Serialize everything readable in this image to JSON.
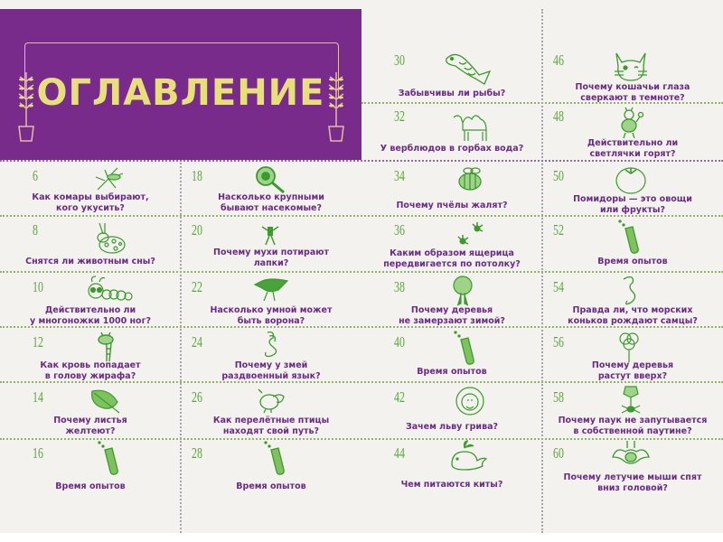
{
  "header": {
    "title": "ОГЛАВЛЕНИЕ"
  },
  "colors": {
    "banner": "#782b8a",
    "title": "#e6df7a",
    "question": "#6b2a86",
    "number": "#5aa53c",
    "icon": "#3d9a2d"
  },
  "columns": [
    {
      "items": [
        {
          "page": "6",
          "question": "Как комары выбирают,\nкого укусить?",
          "icon": "mosquito-icon"
        },
        {
          "page": "8",
          "question": "Снятся ли животным сны?",
          "icon": "sleeping-animal-icon"
        },
        {
          "page": "10",
          "question": "Действительно ли\nу многоножки 1000 ног?",
          "icon": "caterpillar-icon"
        },
        {
          "page": "12",
          "question": "Как кровь попадает\nв голову жирафа?",
          "icon": "giraffe-icon"
        },
        {
          "page": "14",
          "question": "Почему листья\nжелтеют?",
          "icon": "leaf-icon"
        },
        {
          "page": "16",
          "question": "Время опытов",
          "icon": "test-tube-icon"
        }
      ]
    },
    {
      "items": [
        {
          "page": "18",
          "question": "Насколько крупными\nбывают насекомые?",
          "icon": "magnifier-icon"
        },
        {
          "page": "20",
          "question": "Почему мухи потирают\nлапки?",
          "icon": "fly-icon"
        },
        {
          "page": "22",
          "question": "Насколько умной может\nбыть ворона?",
          "icon": "crow-icon"
        },
        {
          "page": "24",
          "question": "Почему у змей\nраздвоенный язык?",
          "icon": "snake-icon"
        },
        {
          "page": "26",
          "question": "Как перелётные птицы\nнаходят свой путь?",
          "icon": "bird-icon"
        },
        {
          "page": "28",
          "question": "Время опытов",
          "icon": "test-tube-icon"
        }
      ]
    },
    {
      "items": [
        {
          "page": "30",
          "question": "Забывчивы ли рыбы?",
          "icon": "fish-icon"
        },
        {
          "page": "32",
          "question": "У верблюдов в горбах вода?",
          "icon": "camel-icon"
        },
        {
          "page": "34",
          "question": "Почему пчёлы жалят?",
          "icon": "bee-icon"
        },
        {
          "page": "36",
          "question": "Каким образом ящерица\nпередвигается по потолку?",
          "icon": "lizard-feet-icon"
        },
        {
          "page": "38",
          "question": "Почему деревья\nне замерзают зимой?",
          "icon": "tree-icon"
        },
        {
          "page": "40",
          "question": "Время опытов",
          "icon": "test-tube-icon"
        },
        {
          "page": "42",
          "question": "Зачем льву грива?",
          "icon": "lion-icon"
        },
        {
          "page": "44",
          "question": "Чем питаются киты?",
          "icon": "whale-icon"
        }
      ]
    },
    {
      "items": [
        {
          "page": "46",
          "question": "Почему кошачьи глаза\nсверкают в темноте?",
          "icon": "cat-icon"
        },
        {
          "page": "48",
          "question": "Действительно ли\nсветлячки горят?",
          "icon": "firefly-icon"
        },
        {
          "page": "50",
          "question": "Помидоры — это овощи\nили фрукты?",
          "icon": "tomato-icon"
        },
        {
          "page": "52",
          "question": "Время опытов",
          "icon": "test-tube-icon"
        },
        {
          "page": "54",
          "question": "Правда ли, что морских\nконьков рождают самцы?",
          "icon": "seahorse-icon"
        },
        {
          "page": "56",
          "question": "Почему деревья\nрастут вверх?",
          "icon": "tree-icon"
        },
        {
          "page": "58",
          "question": "Почему паук не запутывается\nв собственной паутине?",
          "icon": "spider-icon"
        },
        {
          "page": "60",
          "question": "Почему летучие мыши спят\nвниз головой?",
          "icon": "bat-icon"
        }
      ]
    }
  ]
}
